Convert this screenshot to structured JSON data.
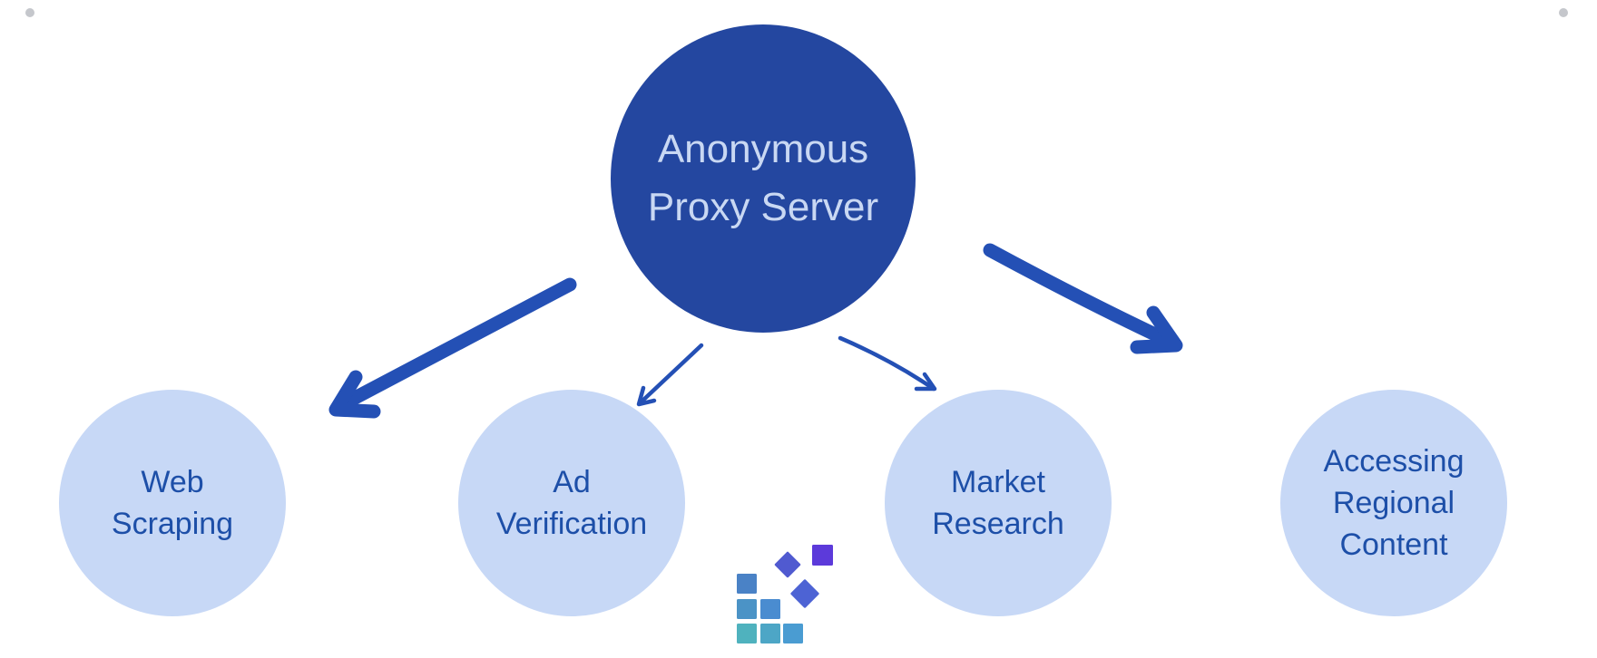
{
  "colors": {
    "background": "#ffffff",
    "center_fill": "#2447a0",
    "center_text": "#c9d8f3",
    "satellite_fill": "#c7d8f6",
    "satellite_text": "#1d4fa8",
    "arrow": "#2450b5",
    "corner_dot": "#c5c7cc"
  },
  "nodes": {
    "center": {
      "id": "anonymous-proxy-server",
      "lines": [
        "Anonymous",
        "Proxy Server"
      ]
    },
    "satellites": [
      {
        "id": "web-scraping",
        "lines": [
          "Web",
          "Scraping"
        ]
      },
      {
        "id": "ad-verification",
        "lines": [
          "Ad",
          "Verification"
        ]
      },
      {
        "id": "market-research",
        "lines": [
          "Market",
          "Research"
        ]
      },
      {
        "id": "accessing-regional-content",
        "lines": [
          "Accessing",
          "Regional",
          "Content"
        ]
      }
    ]
  },
  "logo": {
    "grid_colors": [
      "#4a82c6",
      "#4b93c6",
      "#4a8cd0",
      "#4fb2be",
      "#4da6c6",
      "#4a9cd2"
    ],
    "diamond_colors": [
      "#505ad0",
      "#4d63d4"
    ],
    "accent_square_color": "#5c3ada"
  }
}
